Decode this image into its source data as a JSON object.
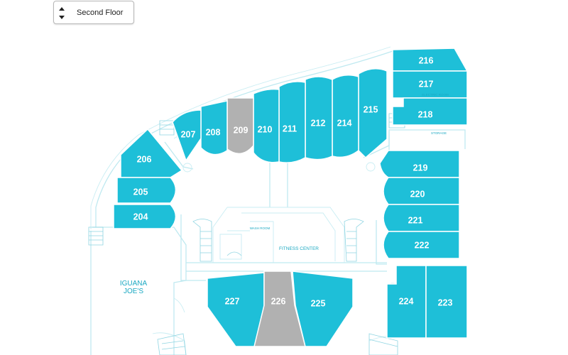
{
  "floor_selector": {
    "value": "Second Floor",
    "icon": "up-down-arrows-icon"
  },
  "colors": {
    "available": "#1ebfd8",
    "unavailable": "#b1b1b1",
    "outline": "#bfe9f0",
    "label": "#1aa8c2"
  },
  "units": [
    {
      "id": "204",
      "status": "available"
    },
    {
      "id": "205",
      "status": "available"
    },
    {
      "id": "206",
      "status": "available"
    },
    {
      "id": "207",
      "status": "available"
    },
    {
      "id": "208",
      "status": "available"
    },
    {
      "id": "209",
      "status": "unavailable"
    },
    {
      "id": "210",
      "status": "available"
    },
    {
      "id": "211",
      "status": "available"
    },
    {
      "id": "212",
      "status": "available"
    },
    {
      "id": "214",
      "status": "available"
    },
    {
      "id": "215",
      "status": "available"
    },
    {
      "id": "216",
      "status": "available"
    },
    {
      "id": "217",
      "status": "available"
    },
    {
      "id": "218",
      "status": "available"
    },
    {
      "id": "219",
      "status": "available"
    },
    {
      "id": "220",
      "status": "available"
    },
    {
      "id": "221",
      "status": "available"
    },
    {
      "id": "222",
      "status": "available"
    },
    {
      "id": "223",
      "status": "available"
    },
    {
      "id": "224",
      "status": "available"
    },
    {
      "id": "225",
      "status": "available"
    },
    {
      "id": "226",
      "status": "unavailable"
    },
    {
      "id": "227",
      "status": "available"
    }
  ],
  "areas": {
    "fitness_center": "FITNESS CENTER",
    "iguana_line1": "IGUANA",
    "iguana_line2": "JOE'S",
    "storage": "STORAGE",
    "electric_room": "ELECTRIC ROOM",
    "washroom": "WASH ROOM"
  }
}
